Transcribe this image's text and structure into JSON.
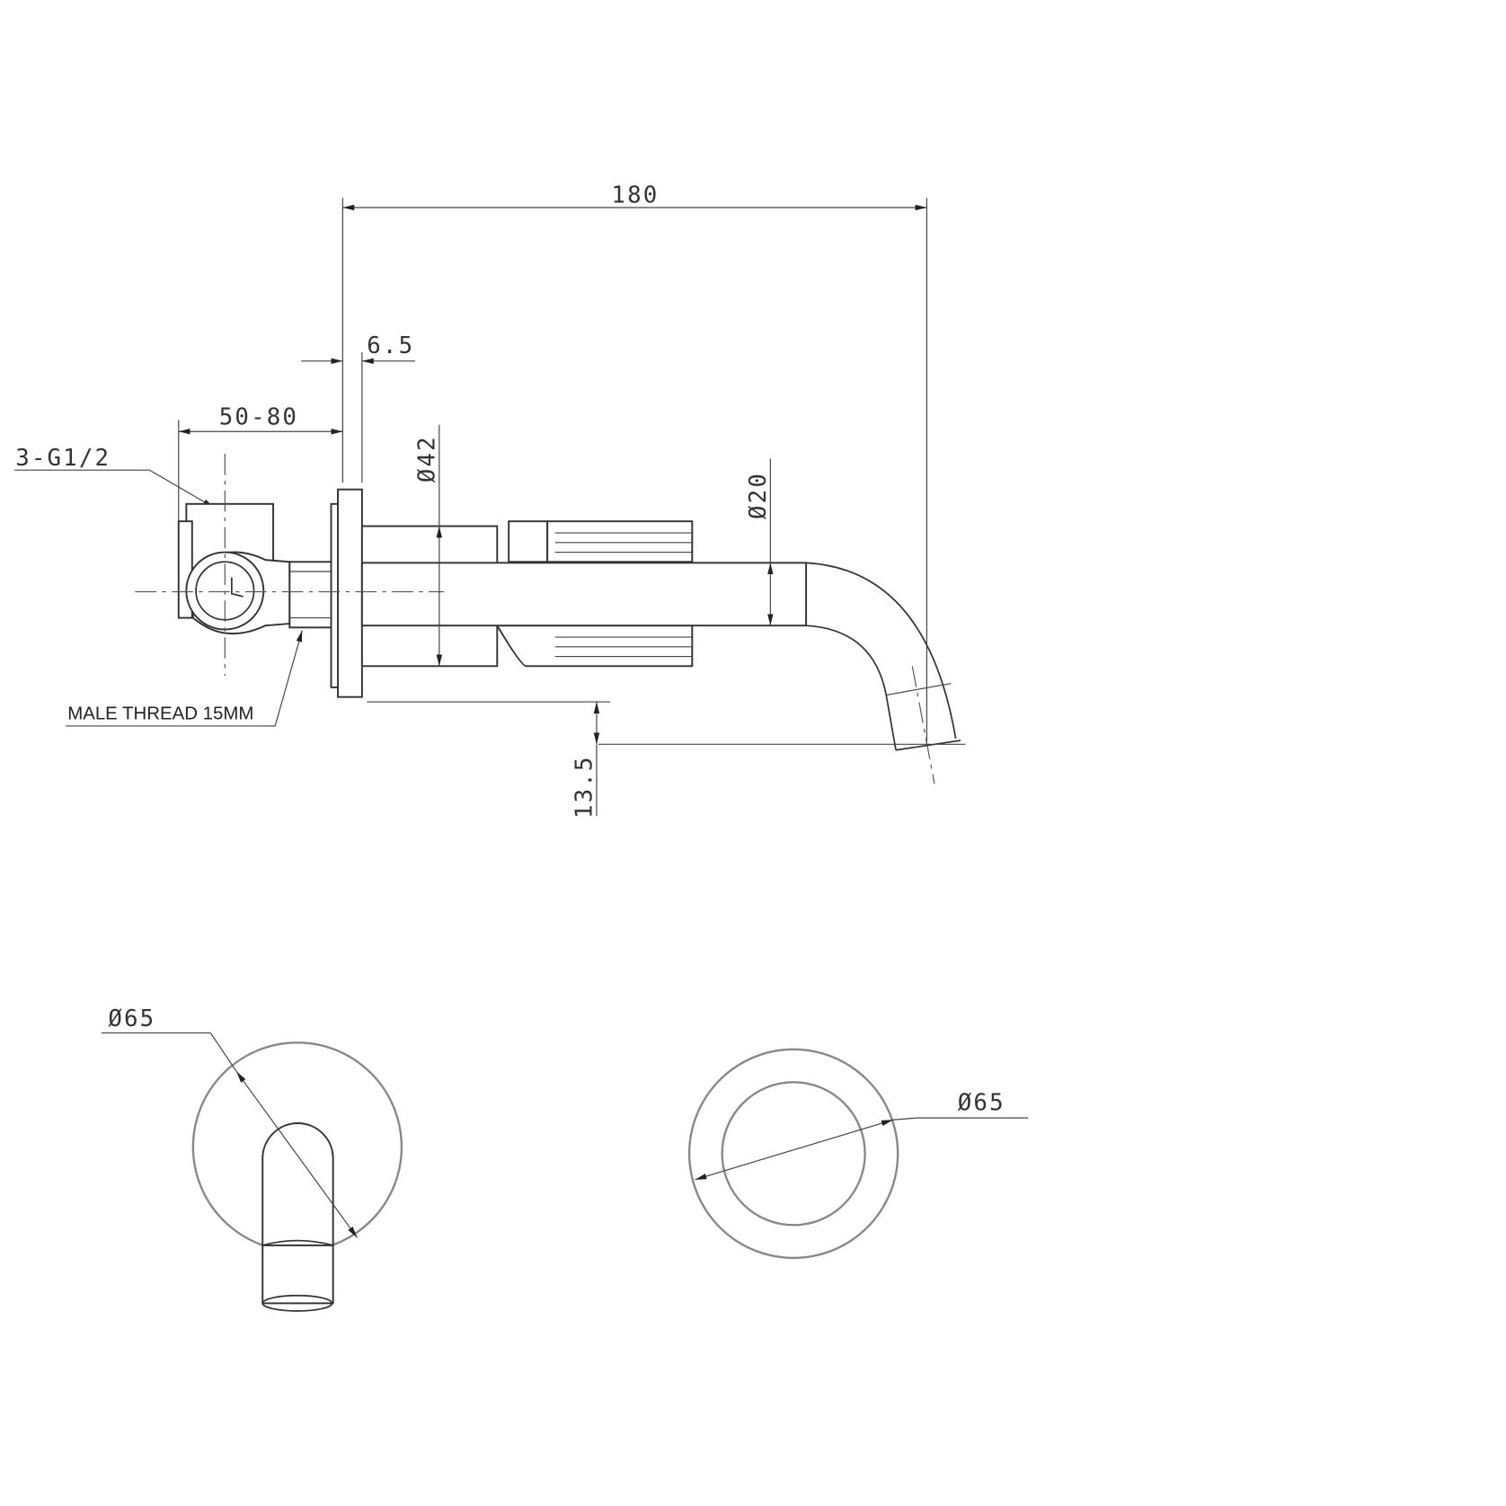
{
  "drawing": {
    "side_view": {
      "overall_length": "180",
      "flange_thickness": "6.5",
      "wall_depth_range": "50-80",
      "inlet_label": "3-G1/2",
      "body_diameter": "Ø42",
      "spout_diameter": "Ø20",
      "spout_drop": "13.5",
      "thread_label": "MALE THREAD 15MM"
    },
    "front_view_spout": {
      "plate_diameter": "Ø65"
    },
    "front_view_handle": {
      "plate_diameter": "Ø65"
    }
  },
  "colors": {
    "line": "#333333",
    "background": "#ffffff"
  }
}
